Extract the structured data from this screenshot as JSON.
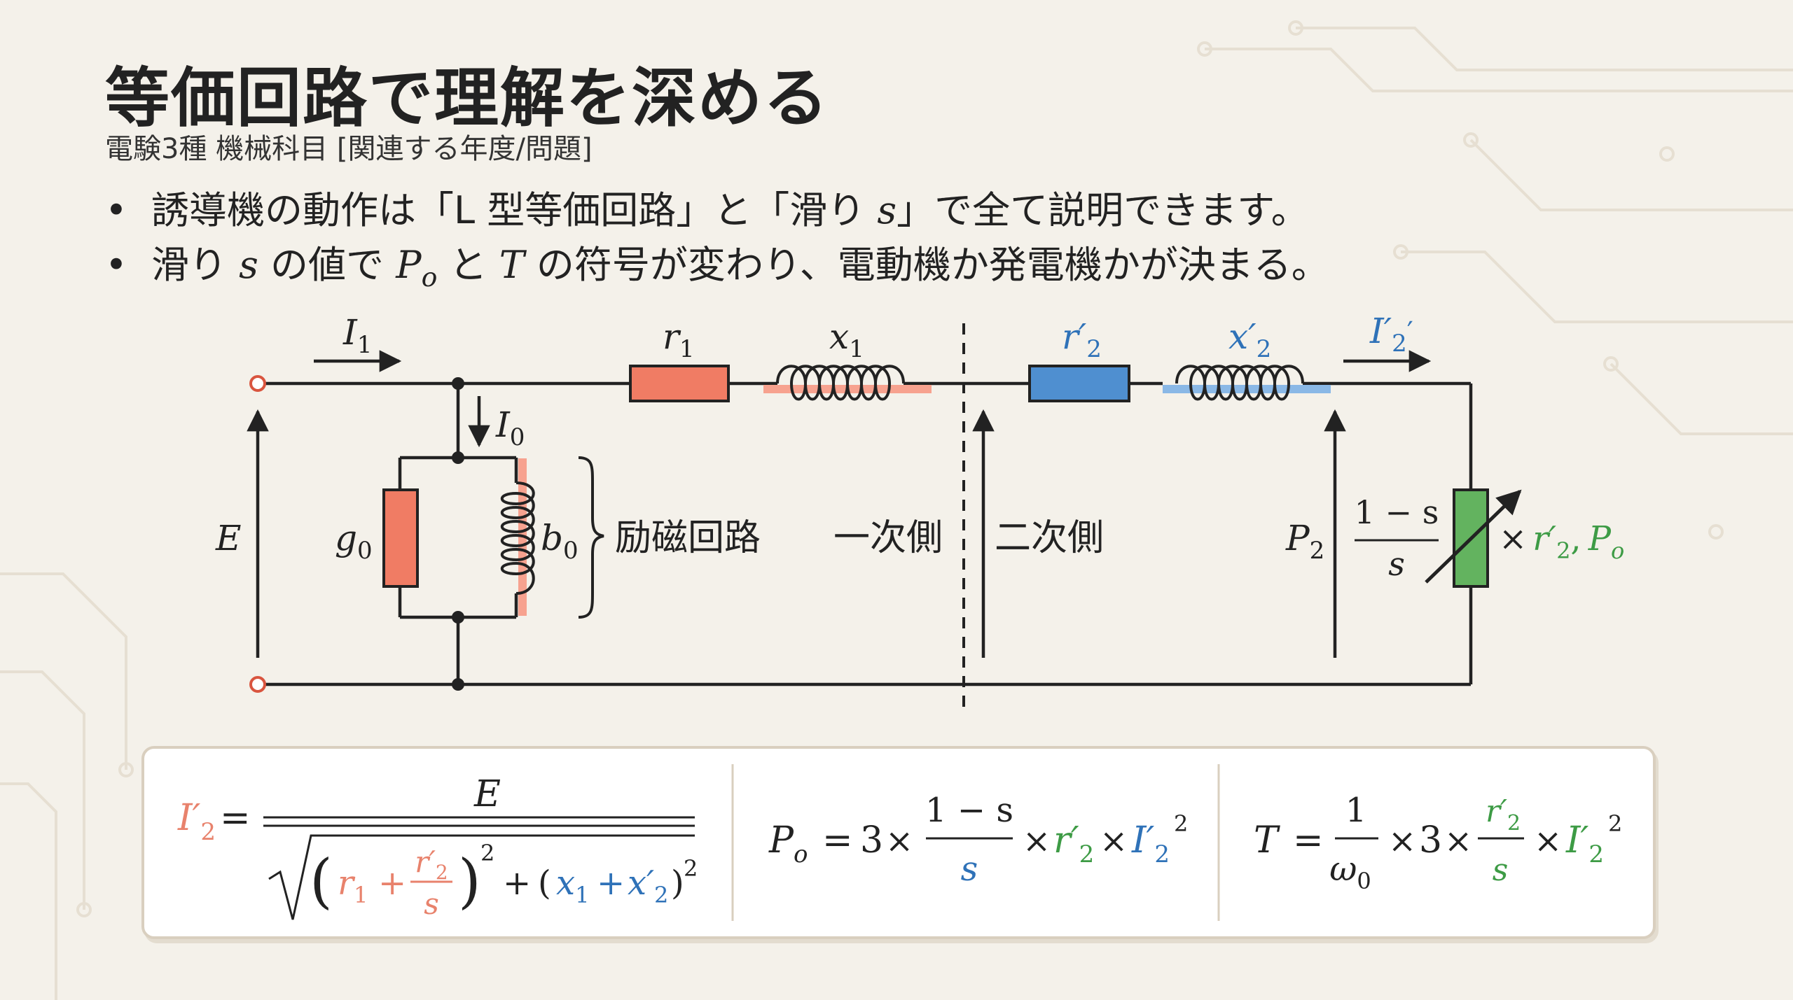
{
  "title": "等価回路で理解を深める",
  "subtitle": "電験3種 機械科目 [関連する年度/問題]",
  "bullets": {
    "b1": {
      "pre": "誘導機の動作は「L 型等価回路」と「滑り ",
      "var": "s",
      "post": "」で全て説明できます。"
    },
    "b2": {
      "t1": "滑り ",
      "s": "s",
      "t2": " の値で ",
      "P": "P",
      "Psub": "o",
      "t3": " と ",
      "T": "T",
      "t4": " の符号が変わり、電動機か発電機かが決まる。"
    }
  },
  "circuit": {
    "I1": "I",
    "I1_sub": "1",
    "I0": "I",
    "I0_sub": "0",
    "E": "E",
    "g0": "g",
    "g0_sub": "0",
    "b0": "b",
    "b0_sub": "0",
    "excitation": "励磁回路",
    "primary": "一次側",
    "secondary": "二次側",
    "r1": "r",
    "r1_sub": "1",
    "x1": "x",
    "x1_sub": "1",
    "r2p": "r′",
    "r2p_sub": "2",
    "x2p": "x′",
    "x2p_sub": "2",
    "I2p": "I′",
    "I2p_sub": "2",
    "I2p_mark": "′",
    "P2": "P",
    "P2_sub": "2",
    "load_num": "1 − s",
    "load_den": "s",
    "load_times": "×",
    "load_r": "r′",
    "load_r_sub": "2",
    "load_comma": ",",
    "load_P": "P",
    "load_P_sub": "o"
  },
  "formulas": {
    "f1": {
      "lhs": "I′",
      "lhs_sub": "2",
      "eq": "=",
      "num": "E",
      "lp": "(",
      "r": "r",
      "r_sub": "1",
      "plus1": "+",
      "frac_num": "r′",
      "frac_num_sub": "2",
      "frac_den": "s",
      "rp": ")",
      "sq1": "2",
      "plus2": "+",
      "lp2": "(",
      "x": "x",
      "x_sub": "1",
      "plus3": "+",
      "xp": "x′",
      "xp_sub": "2",
      "rp2": ")",
      "sq2": "2"
    },
    "f2": {
      "P": "P",
      "P_sub": "o",
      "eq": "=",
      "three": "3",
      "times1": "×",
      "num": "1 − s",
      "den": "s",
      "times2": "×",
      "r": "r′",
      "r_sub": "2",
      "times3": "×",
      "I": "I′",
      "I_sub": "2",
      "sq": "2"
    },
    "f3": {
      "T": "T",
      "eq": "=",
      "num": "1",
      "den": "ω",
      "den_sub": "0",
      "times1": "×",
      "three": "3",
      "times2": "×",
      "rnum": "r′",
      "rnum_sub": "2",
      "rden": "s",
      "times3": "×",
      "I": "I′",
      "I_sub": "2",
      "sq": "2"
    }
  },
  "colors": {
    "primary_red": "#f07c64",
    "secondary_blue": "#4f8fd0",
    "load_green": "#63b35f",
    "formula_red": "#e8826c",
    "formula_blue": "#2f72b8",
    "formula_green": "#3d9b45",
    "line": "#222222"
  }
}
